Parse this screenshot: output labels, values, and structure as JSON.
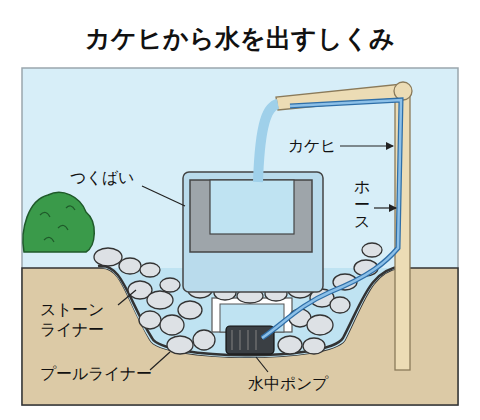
{
  "diagram": {
    "title": "カケヒから水を出すしくみ",
    "labels": [
      "つくばい",
      "カケヒ",
      "ホース",
      "ストーン ライナー",
      "プールライナー",
      "水中ポンプ"
    ]
  }
}
